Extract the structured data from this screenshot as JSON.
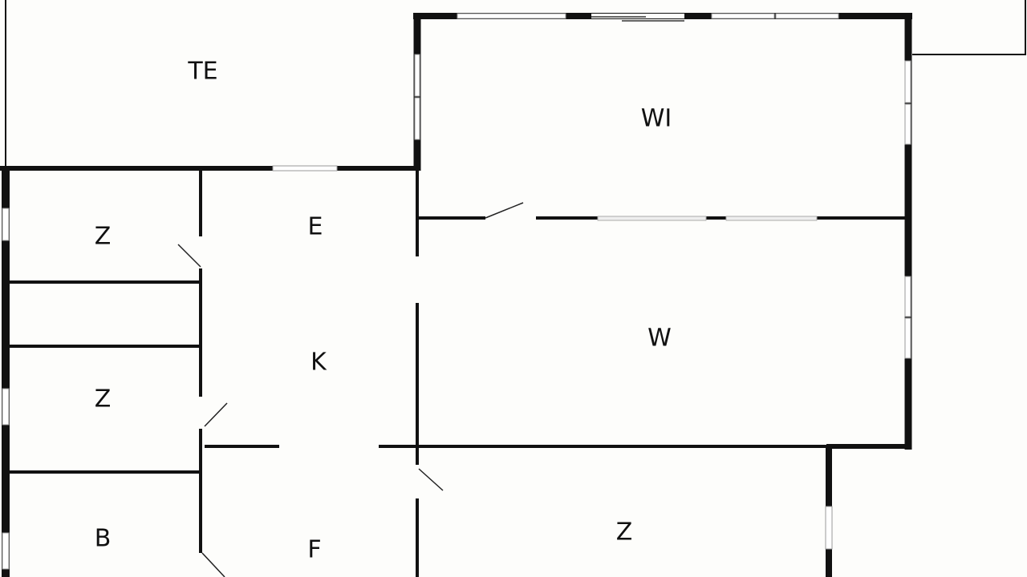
{
  "floor_plan": {
    "rooms": [
      {
        "id": "te",
        "label": "TE"
      },
      {
        "id": "wi",
        "label": "WI"
      },
      {
        "id": "e",
        "label": "E"
      },
      {
        "id": "z1",
        "label": "Z"
      },
      {
        "id": "k",
        "label": "K"
      },
      {
        "id": "w",
        "label": "W"
      },
      {
        "id": "z2",
        "label": "Z"
      },
      {
        "id": "b",
        "label": "B"
      },
      {
        "id": "f",
        "label": "F"
      },
      {
        "id": "z3",
        "label": "Z"
      }
    ],
    "colors": {
      "wall": "#111111",
      "window": "#ffffff",
      "background": "#fdfdfb"
    }
  }
}
